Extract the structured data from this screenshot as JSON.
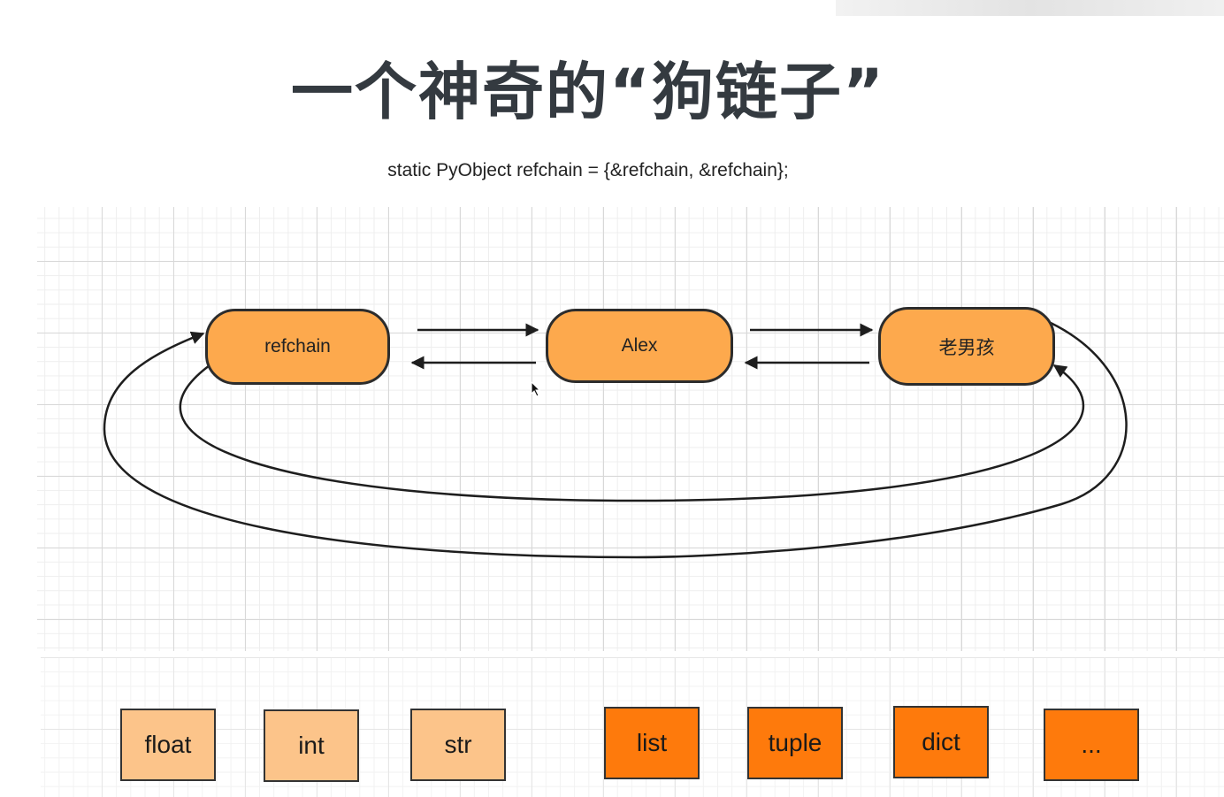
{
  "title": "一个神奇的“狗链子”",
  "code": "static PyObject refchain = {&refchain, &refchain};",
  "nodes": [
    "refchain",
    "Alex",
    "老男孩"
  ],
  "types": {
    "simple": [
      "float",
      "int",
      "str"
    ],
    "container": [
      "list",
      "tuple",
      "dict",
      "..."
    ]
  },
  "colors": {
    "node_fill": "#fda94d",
    "simple_fill": "#fcc48a",
    "container_fill": "#fe7a0c",
    "outline": "#2c2c2c",
    "title": "#343a40"
  }
}
